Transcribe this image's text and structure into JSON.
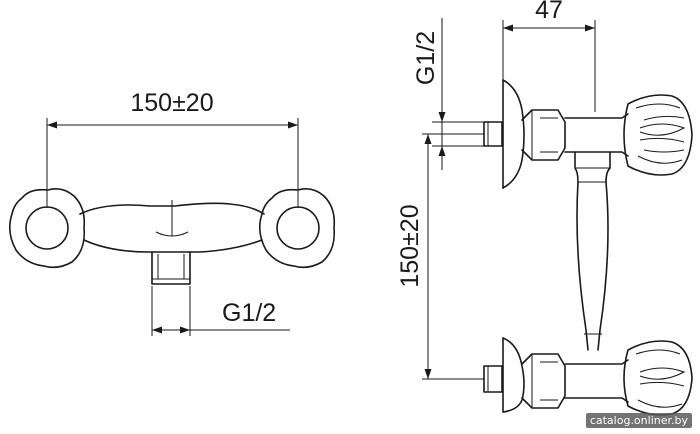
{
  "front_view": {
    "spacing_dim": "150±20",
    "thread_dim": "G1/2"
  },
  "side_view": {
    "depth_dim": "47",
    "thread_dim": "G1/2",
    "spacing_dim": "150±20"
  },
  "watermark": "catalog.onliner.by"
}
